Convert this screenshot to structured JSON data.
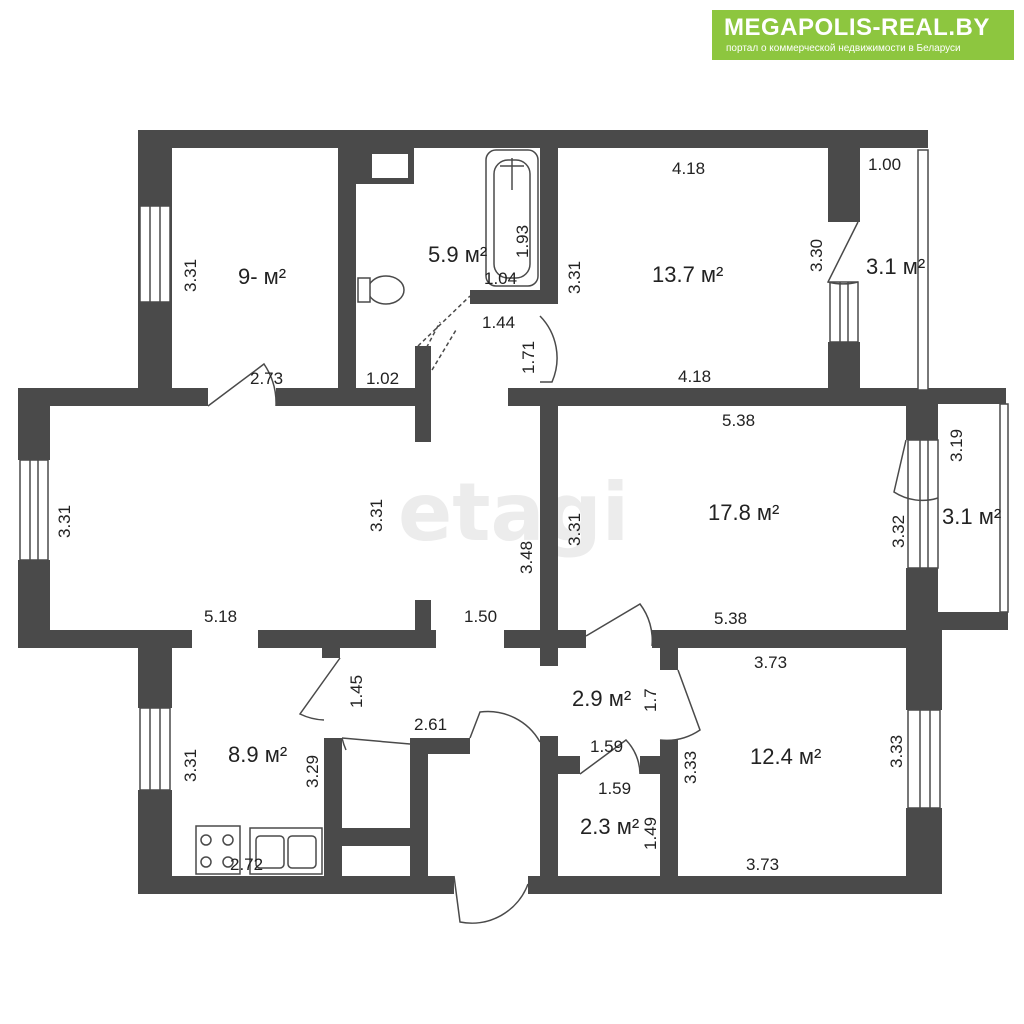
{
  "logo": {
    "title": "MEGAPOLIS-REAL.BY",
    "subtitle": "портал о коммерческой недвижимости в Беларуси"
  },
  "watermark": "etagi",
  "colors": {
    "wall": "#4a4a4a",
    "logo_bg": "#8dc63f",
    "window": "#ffffff"
  },
  "areas": {
    "room_nw": "9- м²",
    "bath": "5.9 м²",
    "bedroom_ne": "13.7 м²",
    "balcony_ne": "3.1 м²",
    "living": "17.8 м²",
    "balcony_e": "3.1 м²",
    "kitchen": "8.9 м²",
    "closet_a": "2.9 м²",
    "closet_b": "2.3 м²",
    "bedroom_se": "12.4 м²"
  },
  "dims": {
    "d01": "3.31",
    "d02": "2.73",
    "d03": "1.02",
    "d04": "1.93",
    "d05": "1.04",
    "d06": "1.44",
    "d07": "1.71",
    "d08": "3.31",
    "d09": "4.18",
    "d10": "4.18",
    "d11": "3.30",
    "d12": "1.00",
    "d13": "5.38",
    "d14": "3.19",
    "d15": "3.31",
    "d16": "3.32",
    "d17": "5.38",
    "d18": "3.31",
    "d19": "3.31",
    "d20": "3.48",
    "d21": "5.18",
    "d22": "1.50",
    "d23": "1.45",
    "d24": "2.61",
    "d25": "3.31",
    "d26": "3.29",
    "d27": "2.72",
    "d28": "1.7",
    "d29": "1.59",
    "d30": "1.59",
    "d31": "1.49",
    "d32": "3.73",
    "d33": "3.33",
    "d34": "3.33",
    "d35": "3.73"
  }
}
